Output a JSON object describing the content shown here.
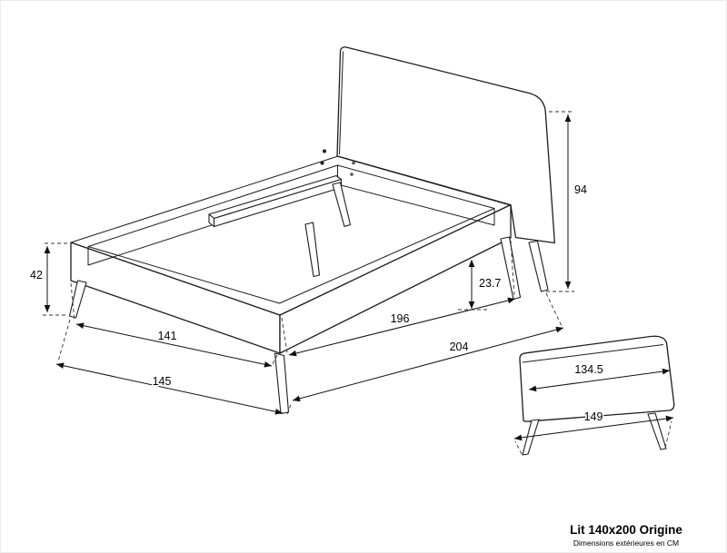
{
  "title_block": {
    "title": "Lit 140x200 Origine",
    "subtitle": "Dimensions extérieures en CM"
  },
  "dimensions": {
    "side_height": "42",
    "headboard_height": "94",
    "ground_clearance": "23.7",
    "width_inner": "141",
    "width_overall": "145",
    "length_side": "196",
    "length_overall": "204",
    "footboard_panel_width": "134.5",
    "footboard_overall_width": "149"
  }
}
